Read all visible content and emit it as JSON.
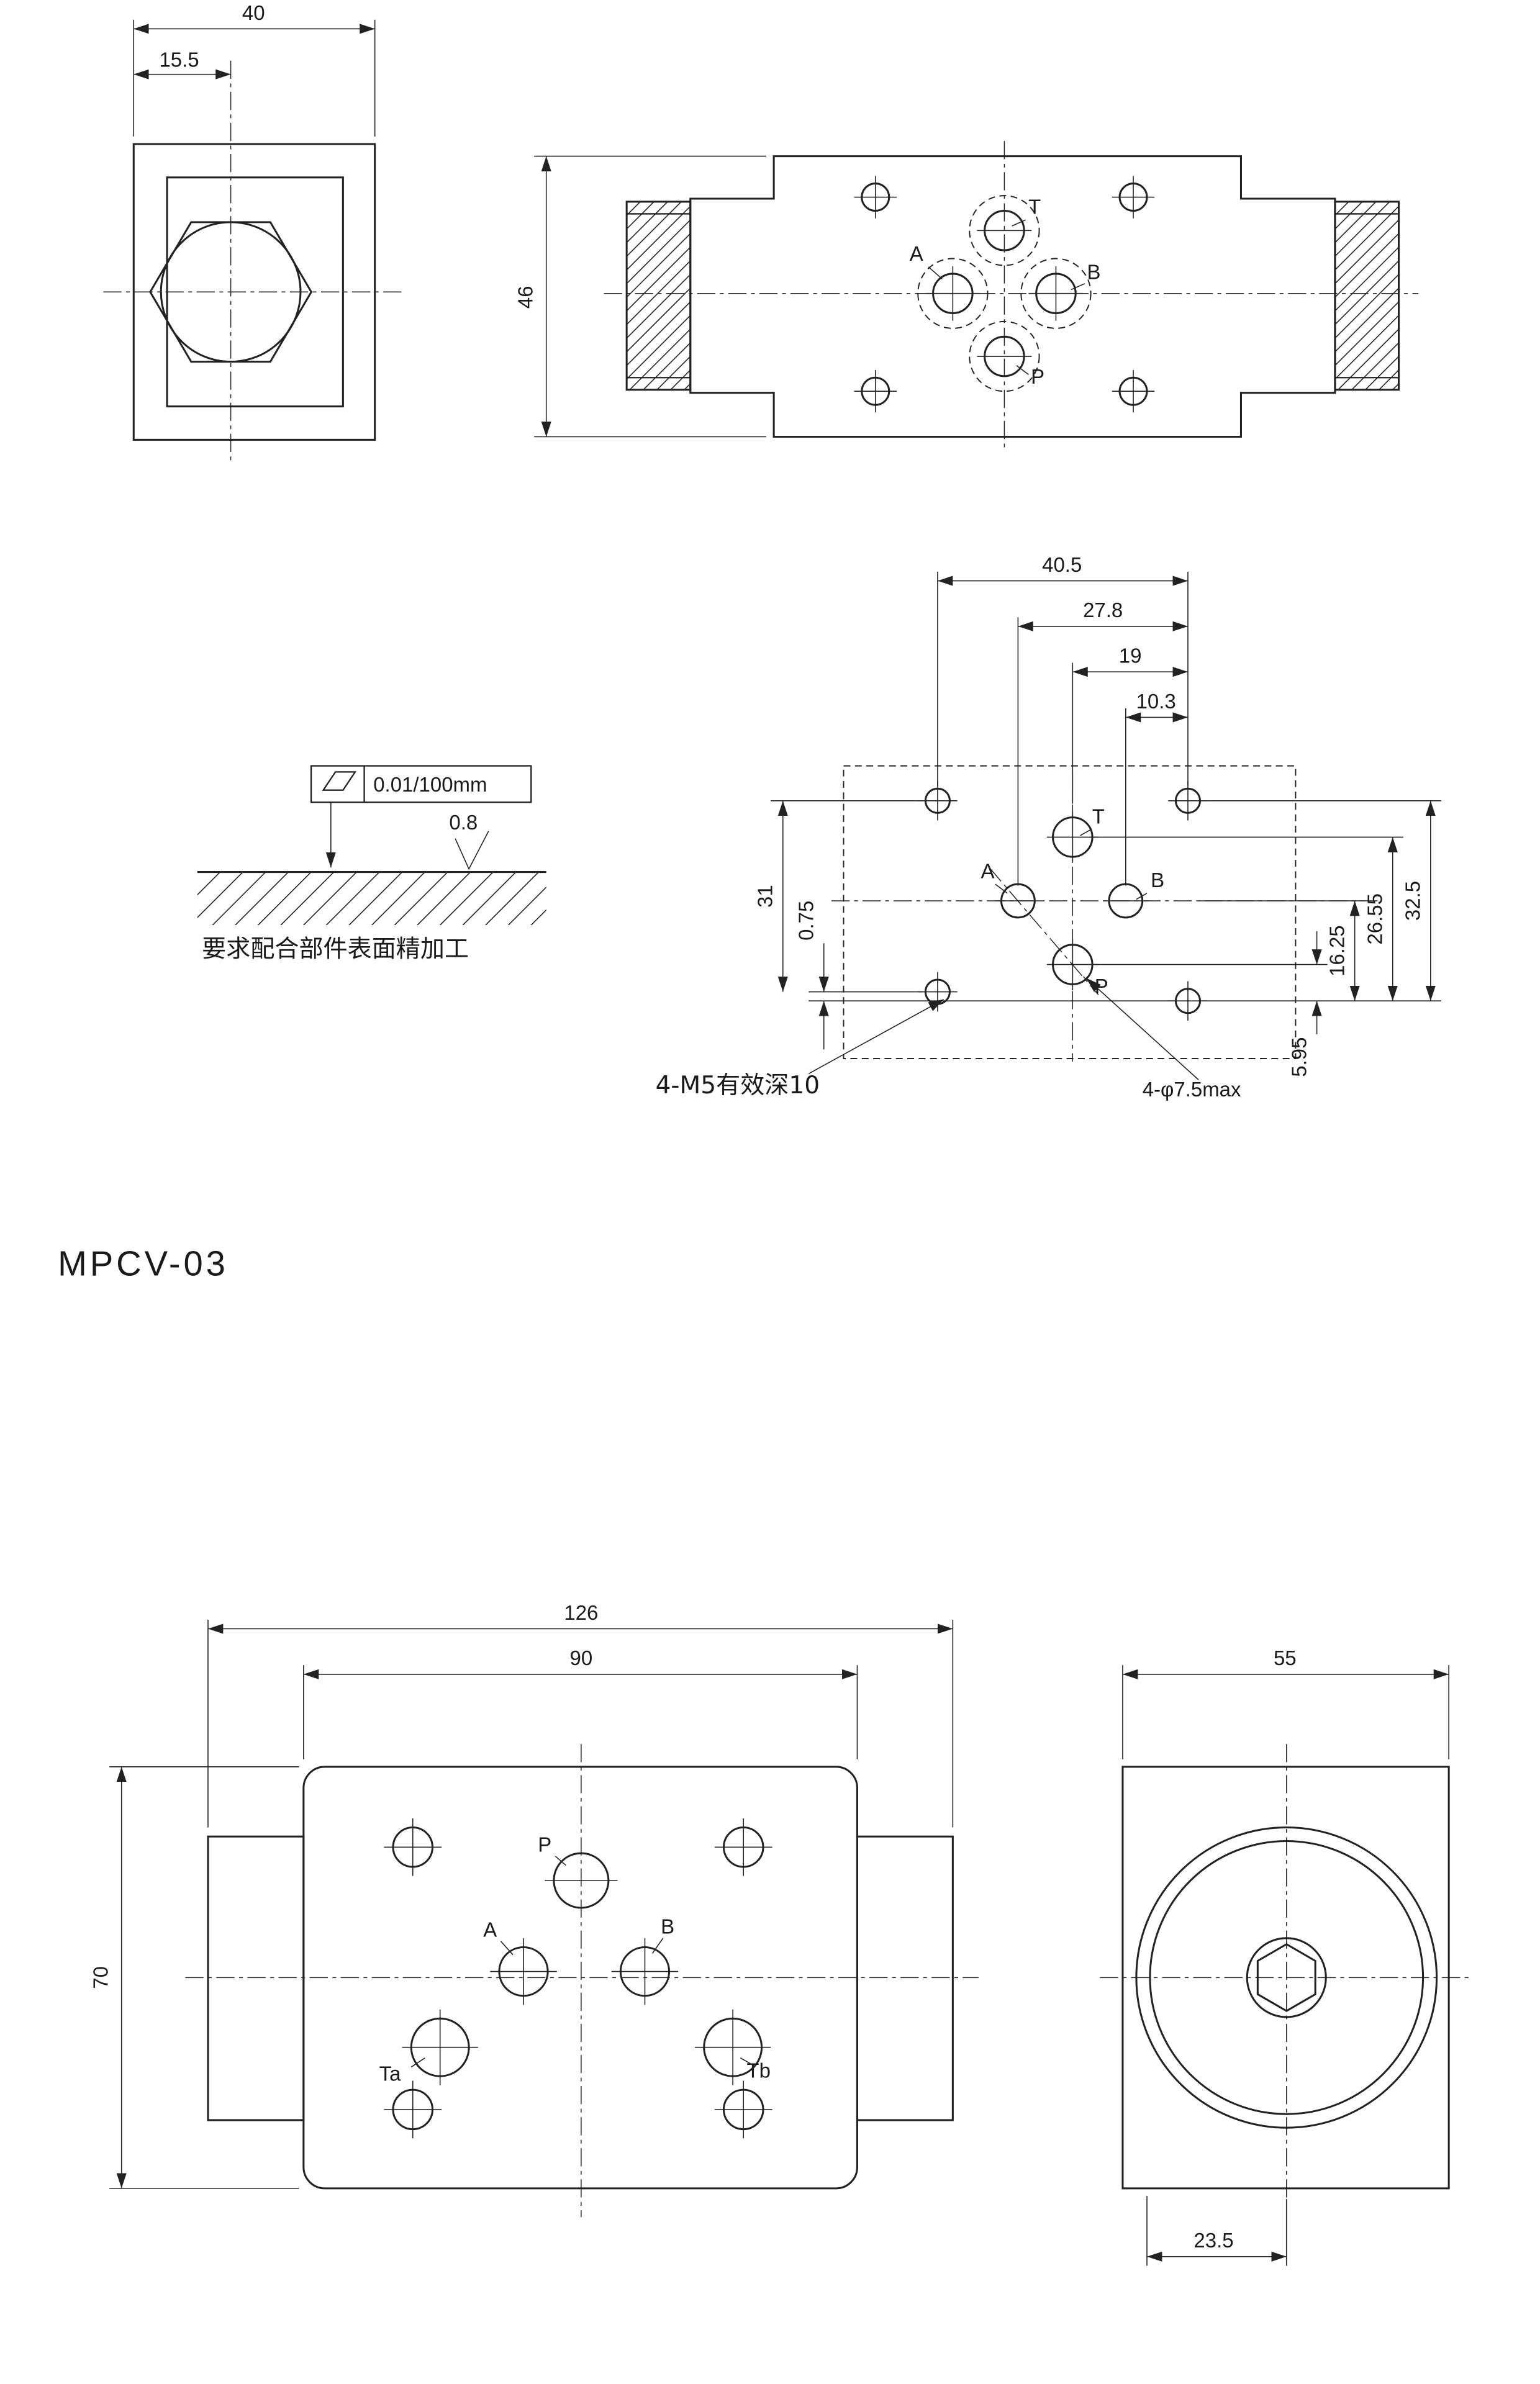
{
  "colors": {
    "line": "#222222",
    "background": "#ffffff"
  },
  "title": "MPCV-03",
  "side_view": {
    "dim_width": "40",
    "dim_plug_offset": "15.5"
  },
  "top_view": {
    "dim_height": "46",
    "ports": {
      "t": "T",
      "a": "A",
      "b": "B",
      "p": "P"
    }
  },
  "mounting_pattern": {
    "dims_horizontal": {
      "bolt_span": "40.5",
      "port_a_x": "27.8",
      "port_tp_x": "19",
      "port_b_x": "10.3"
    },
    "dims_vertical_left": {
      "bolt_span": "31",
      "bolt_offset": "0.75"
    },
    "dims_vertical_right": {
      "total": "32.5",
      "port_t_y": "26.55",
      "port_ab_y": "16.25",
      "port_p_y": "5.95"
    },
    "ports": {
      "t": "T",
      "a": "A",
      "b": "B",
      "p": "P"
    },
    "note_thread": "4-M5有效深10",
    "note_ports": "4-φ7.5max"
  },
  "surface_finish": {
    "flatness": "0.01/100mm",
    "roughness": "0.8",
    "note": "要求配合部件表面精加工"
  },
  "front_view": {
    "dim_overall_width": "126",
    "dim_body_width": "90",
    "dim_height": "70",
    "ports": {
      "p": "P",
      "a": "A",
      "b": "B",
      "ta": "Ta",
      "tb": "Tb"
    }
  },
  "end_view": {
    "dim_width": "55",
    "dim_center_offset": "23.5"
  }
}
